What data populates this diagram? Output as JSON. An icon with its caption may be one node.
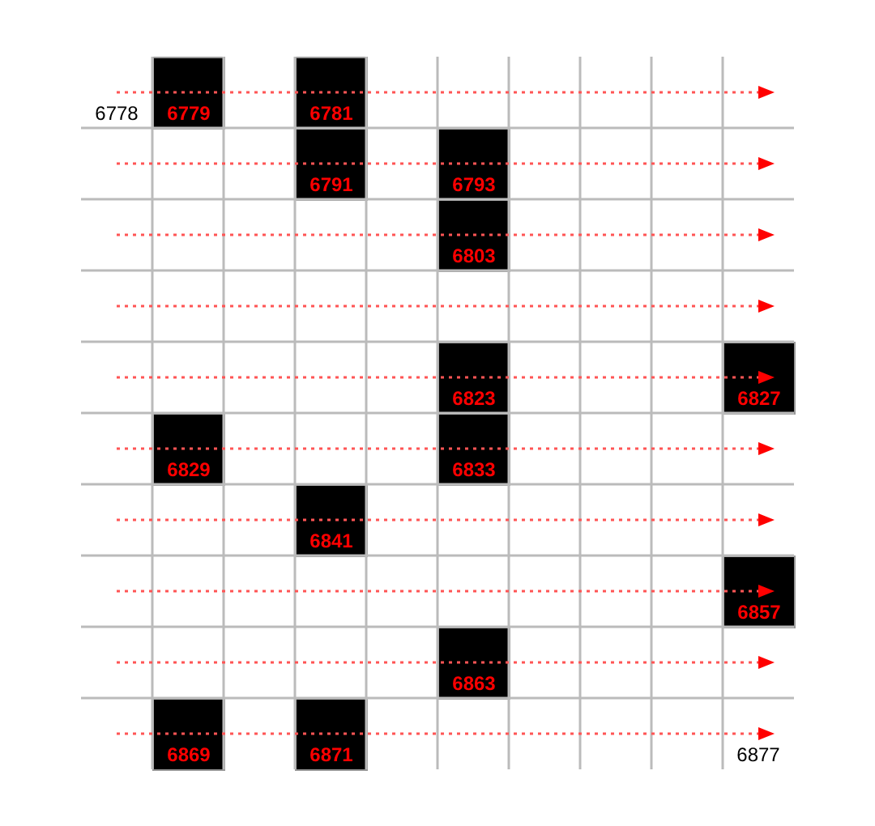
{
  "diagram": {
    "nodes": [
      {
        "text": [
          "6779"
        ]
      },
      {
        "text": [
          "6781"
        ]
      },
      {
        "text": [
          "6791"
        ]
      },
      {
        "text": [
          "6793"
        ]
      },
      {
        "text": [
          "6803"
        ]
      },
      {
        "text": [
          "6823"
        ]
      },
      {
        "text": [
          "6827"
        ]
      },
      {
        "text": [
          "6829"
        ]
      },
      {
        "text": [
          "6833"
        ]
      },
      {
        "text": [
          "6841"
        ]
      },
      {
        "text": [
          "6857"
        ]
      },
      {
        "text": [
          "6863"
        ]
      },
      {
        "text": [
          "6869"
        ]
      },
      {
        "text": [
          "6871"
        ]
      }
    ],
    "labels": [
      "6778",
      "6877"
    ]
  }
}
